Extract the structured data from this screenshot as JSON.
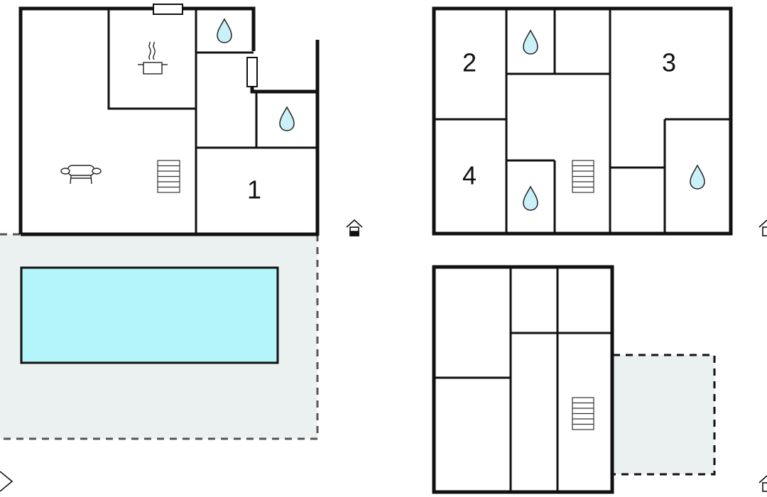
{
  "floorplan": {
    "room_labels": [
      "1",
      "2",
      "3",
      "4"
    ],
    "icons": {
      "water": "water-drop-icon",
      "stairs": "staircase-icon",
      "kitchen": "cooking-pot-icon",
      "living": "sofa-icon",
      "entrance": "entrance-house-icon",
      "window": "window-icon"
    },
    "colors": {
      "wall": "#111111",
      "pool": "#b3f5f8",
      "terrace": "#ebf1f1",
      "water_drop": "#c9f1f7"
    }
  }
}
